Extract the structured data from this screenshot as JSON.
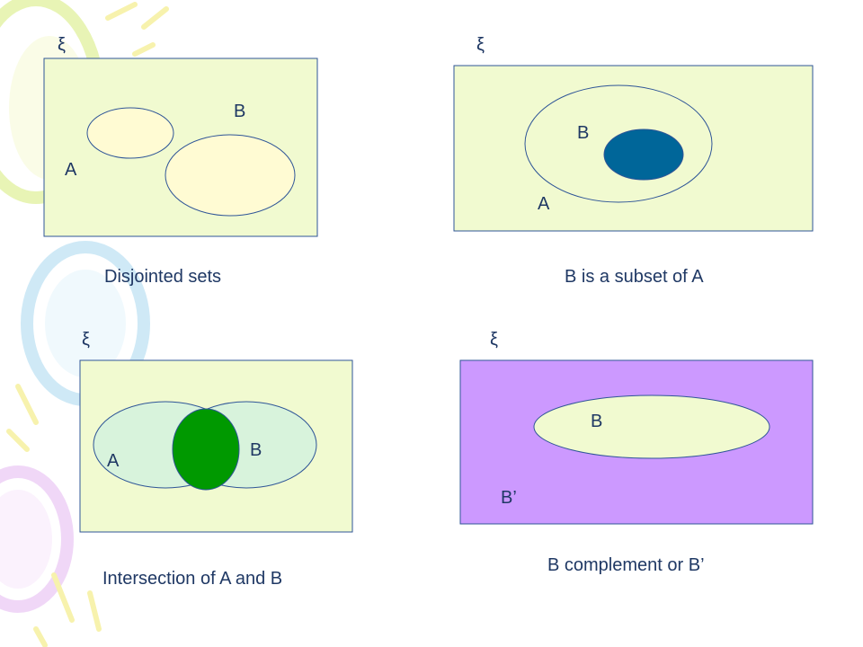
{
  "colors": {
    "universe_fill": "#f1fad0",
    "set_fill_light": "#fffbd3",
    "subset_fill": "#006699",
    "intersection_fill": "#009900",
    "overlap_set_fill": "#d8f3dc",
    "complement_fill": "#cc99ff",
    "outline": "#2f5597",
    "text": "#1f3864"
  },
  "panels": {
    "disjoint": {
      "universe_symbol": "ξ",
      "label_a": "A",
      "label_b": "B",
      "caption": "Disjointed sets"
    },
    "subset": {
      "universe_symbol": "ξ",
      "label_a": "A",
      "label_b": "B",
      "caption": "B is a subset of A"
    },
    "intersection": {
      "universe_symbol": "ξ",
      "label_a": "A",
      "label_b": "B",
      "caption": "Intersection of A and B"
    },
    "complement": {
      "universe_symbol": "ξ",
      "label_b": "B",
      "label_b_complement": "B’",
      "caption": "B complement or B’"
    }
  }
}
